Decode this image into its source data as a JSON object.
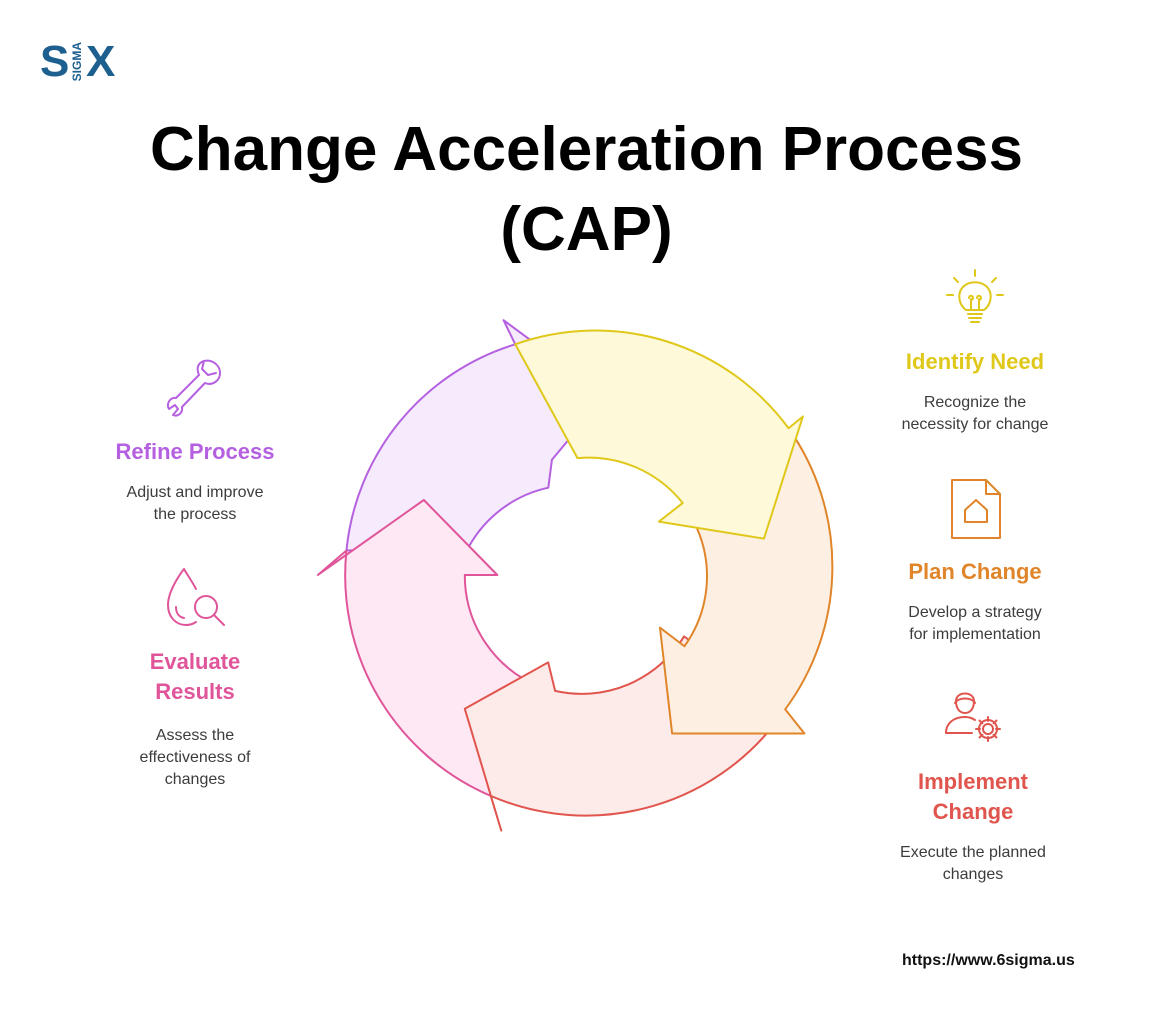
{
  "logo": {
    "left": "S",
    "vertical": "SIGMA",
    "right": "X"
  },
  "title": {
    "line1": "Change Acceleration Process",
    "line2": "(CAP)"
  },
  "steps": [
    {
      "title": "Identify Need",
      "desc1": "Recognize the",
      "desc2": "necessity for change",
      "color": "#e0c81a",
      "icon": "lightbulb-icon"
    },
    {
      "title": "Plan Change",
      "desc1": "Develop a strategy",
      "desc2": "for implementation",
      "color": "#e0852a",
      "icon": "document-home-icon"
    },
    {
      "title1": "Implement",
      "title2": "Change",
      "desc1": "Execute the planned",
      "desc2": "changes",
      "color": "#e0554d",
      "icon": "person-gear-icon"
    },
    {
      "title1": "Evaluate",
      "title2": "Results",
      "desc1": "Assess the",
      "desc2": "effectiveness of",
      "desc3": "changes",
      "color": "#e0559a",
      "icon": "drop-magnifier-icon"
    },
    {
      "title": "Refine Process",
      "desc1": "Adjust and improve",
      "desc2": "the process",
      "color": "#b560e0",
      "icon": "wrench-icon"
    }
  ],
  "footer": {
    "url": "https://www.6sigma.us"
  }
}
